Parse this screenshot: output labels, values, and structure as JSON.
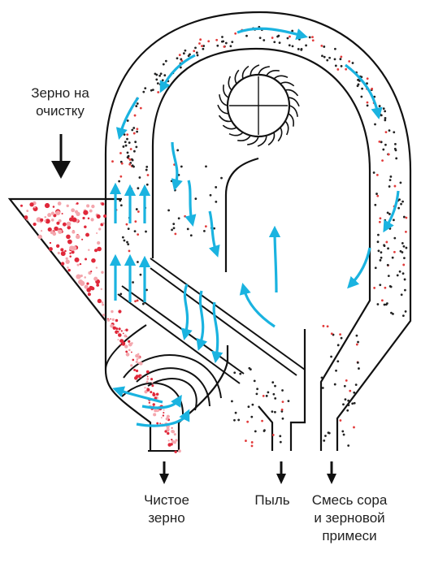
{
  "labels": {
    "input": [
      "Зерно на",
      "очистку"
    ],
    "clean_grain": [
      "Чистое",
      "зерно"
    ],
    "dust": [
      "Пыль"
    ],
    "mixture": [
      "Смесь сора",
      "и зерновой",
      "примеси"
    ]
  },
  "colors": {
    "outline": "#111111",
    "airflow": "#1ab3e0",
    "grain": "#e0283a",
    "dust": "#222222",
    "debris": "#e23b3b"
  },
  "icons": [
    "arrow-down-icon",
    "fan-icon",
    "airflow-arrow-icon"
  ]
}
